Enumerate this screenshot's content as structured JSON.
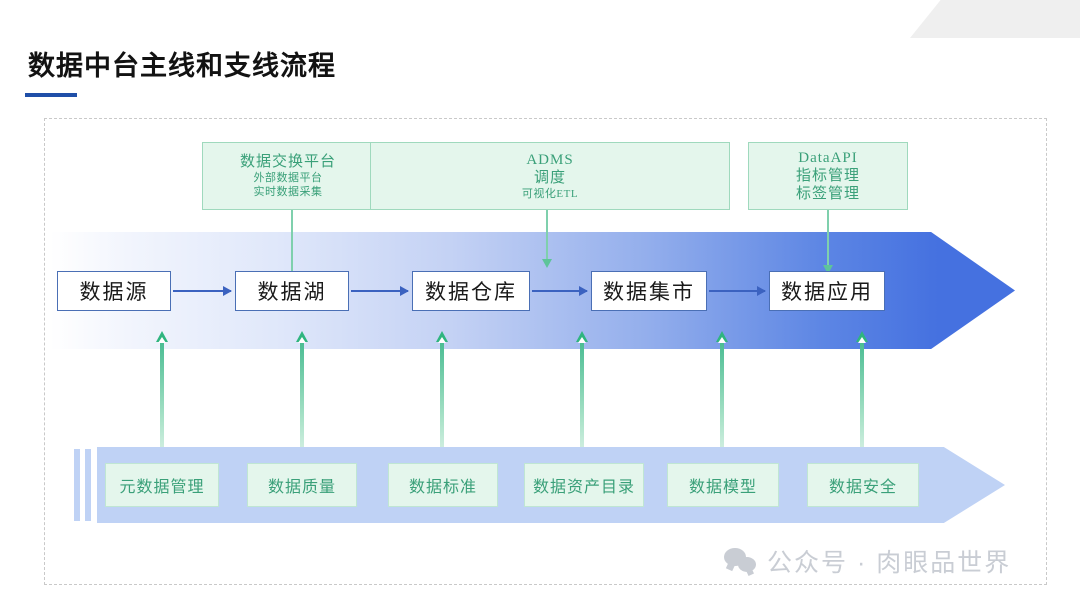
{
  "page": {
    "title": "数据中台主线和支线流程",
    "accent_color": "#1f4fa8",
    "band_color": "#4571e0",
    "bottom_band_color": "#bfd2f5",
    "green_color": "#3aa079"
  },
  "top_modules": [
    {
      "name": "data-exchange-platform",
      "title": "数据交换平台",
      "sub1": "外部数据平台",
      "sub2": "实时数据采集"
    },
    {
      "name": "adms",
      "title": "ADMS",
      "title2": "调度",
      "sub1": "可视化ETL"
    },
    {
      "name": "data-api",
      "title": "DataAPI",
      "sub1": "指标管理",
      "sub2": "标签管理"
    }
  ],
  "main_chain": [
    {
      "name": "data-source",
      "label": "数据源"
    },
    {
      "name": "data-lake",
      "label": "数据湖"
    },
    {
      "name": "data-warehouse",
      "label": "数据仓库"
    },
    {
      "name": "data-mart",
      "label": "数据集市"
    },
    {
      "name": "data-app",
      "label": "数据应用"
    }
  ],
  "governance": [
    {
      "name": "metadata-management",
      "label": "元数据管理"
    },
    {
      "name": "data-quality",
      "label": "数据质量"
    },
    {
      "name": "data-standard",
      "label": "数据标准"
    },
    {
      "name": "data-asset-catalog",
      "label": "数据资产目录"
    },
    {
      "name": "data-model",
      "label": "数据模型"
    },
    {
      "name": "data-security",
      "label": "数据安全"
    }
  ],
  "watermark": {
    "icon": "wechat-icon",
    "text": "公众号 · 肉眼品世界"
  }
}
